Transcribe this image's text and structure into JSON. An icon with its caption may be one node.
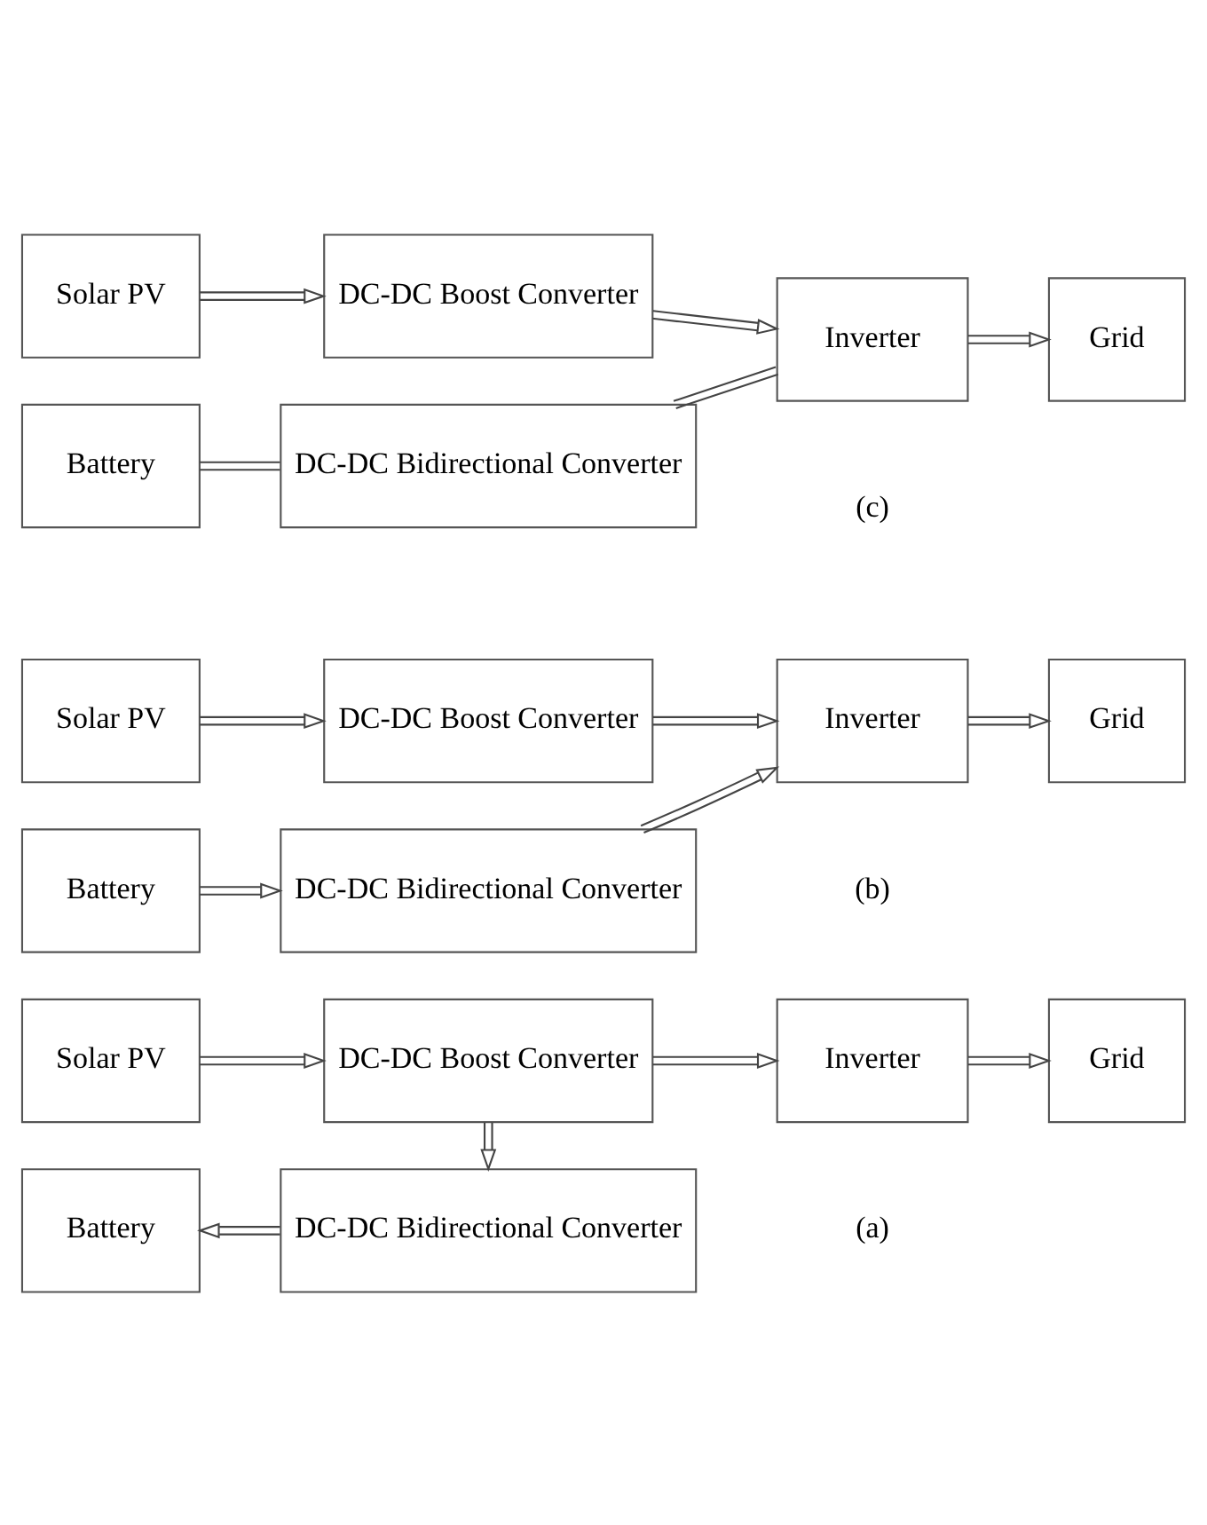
{
  "diagram": {
    "nodes": [
      {
        "text": [
          "Solar PV"
        ]
      },
      {
        "text": [
          "DC-DC Boost Converter"
        ]
      },
      {
        "text": [
          "Inverter"
        ]
      },
      {
        "text": [
          "Grid"
        ]
      },
      {
        "text": [
          "Battery"
        ]
      },
      {
        "text": [
          "DC-DC Bidirectional Converter"
        ]
      },
      {
        "text": [
          "Solar PV"
        ]
      },
      {
        "text": [
          "DC-DC Boost Converter"
        ]
      },
      {
        "text": [
          "Inverter"
        ]
      },
      {
        "text": [
          "Grid"
        ]
      },
      {
        "text": [
          "Battery"
        ]
      },
      {
        "text": [
          "DC-DC Bidirectional Converter"
        ]
      },
      {
        "text": [
          "Solar PV"
        ]
      },
      {
        "text": [
          "DC-DC Boost Converter"
        ]
      },
      {
        "text": [
          "Inverter"
        ]
      },
      {
        "text": [
          "Grid"
        ]
      },
      {
        "text": [
          "Battery"
        ]
      },
      {
        "text": [
          "DC-DC Bidirectional Converter"
        ]
      }
    ],
    "edges": [
      {
        "from": 0,
        "to": 1,
        "arrow": "to"
      },
      {
        "from": 1,
        "to": 2,
        "arrow": "to"
      },
      {
        "from": 1,
        "to": 5,
        "arrow": "to"
      },
      {
        "from": 2,
        "to": 3,
        "arrow": "to"
      },
      {
        "from": 5,
        "to": 4,
        "arrow": "to"
      },
      {
        "from": 6,
        "to": 7,
        "arrow": "to"
      },
      {
        "from": 7,
        "to": 8,
        "arrow": "to"
      },
      {
        "from": 11,
        "to": 8,
        "arrow": "to"
      },
      {
        "from": 8,
        "to": 9,
        "arrow": "to"
      },
      {
        "from": 10,
        "to": 11,
        "arrow": "to"
      },
      {
        "from": 12,
        "to": 13,
        "arrow": "to"
      },
      {
        "from": 13,
        "to": 14,
        "arrow": "to"
      },
      {
        "from": 17,
        "to": 14,
        "arrow": "none"
      },
      {
        "from": 14,
        "to": 15,
        "arrow": "to"
      },
      {
        "from": 16,
        "to": 17,
        "arrow": "none"
      }
    ],
    "labels": [
      "(a)",
      "(b)",
      "(c)"
    ]
  }
}
